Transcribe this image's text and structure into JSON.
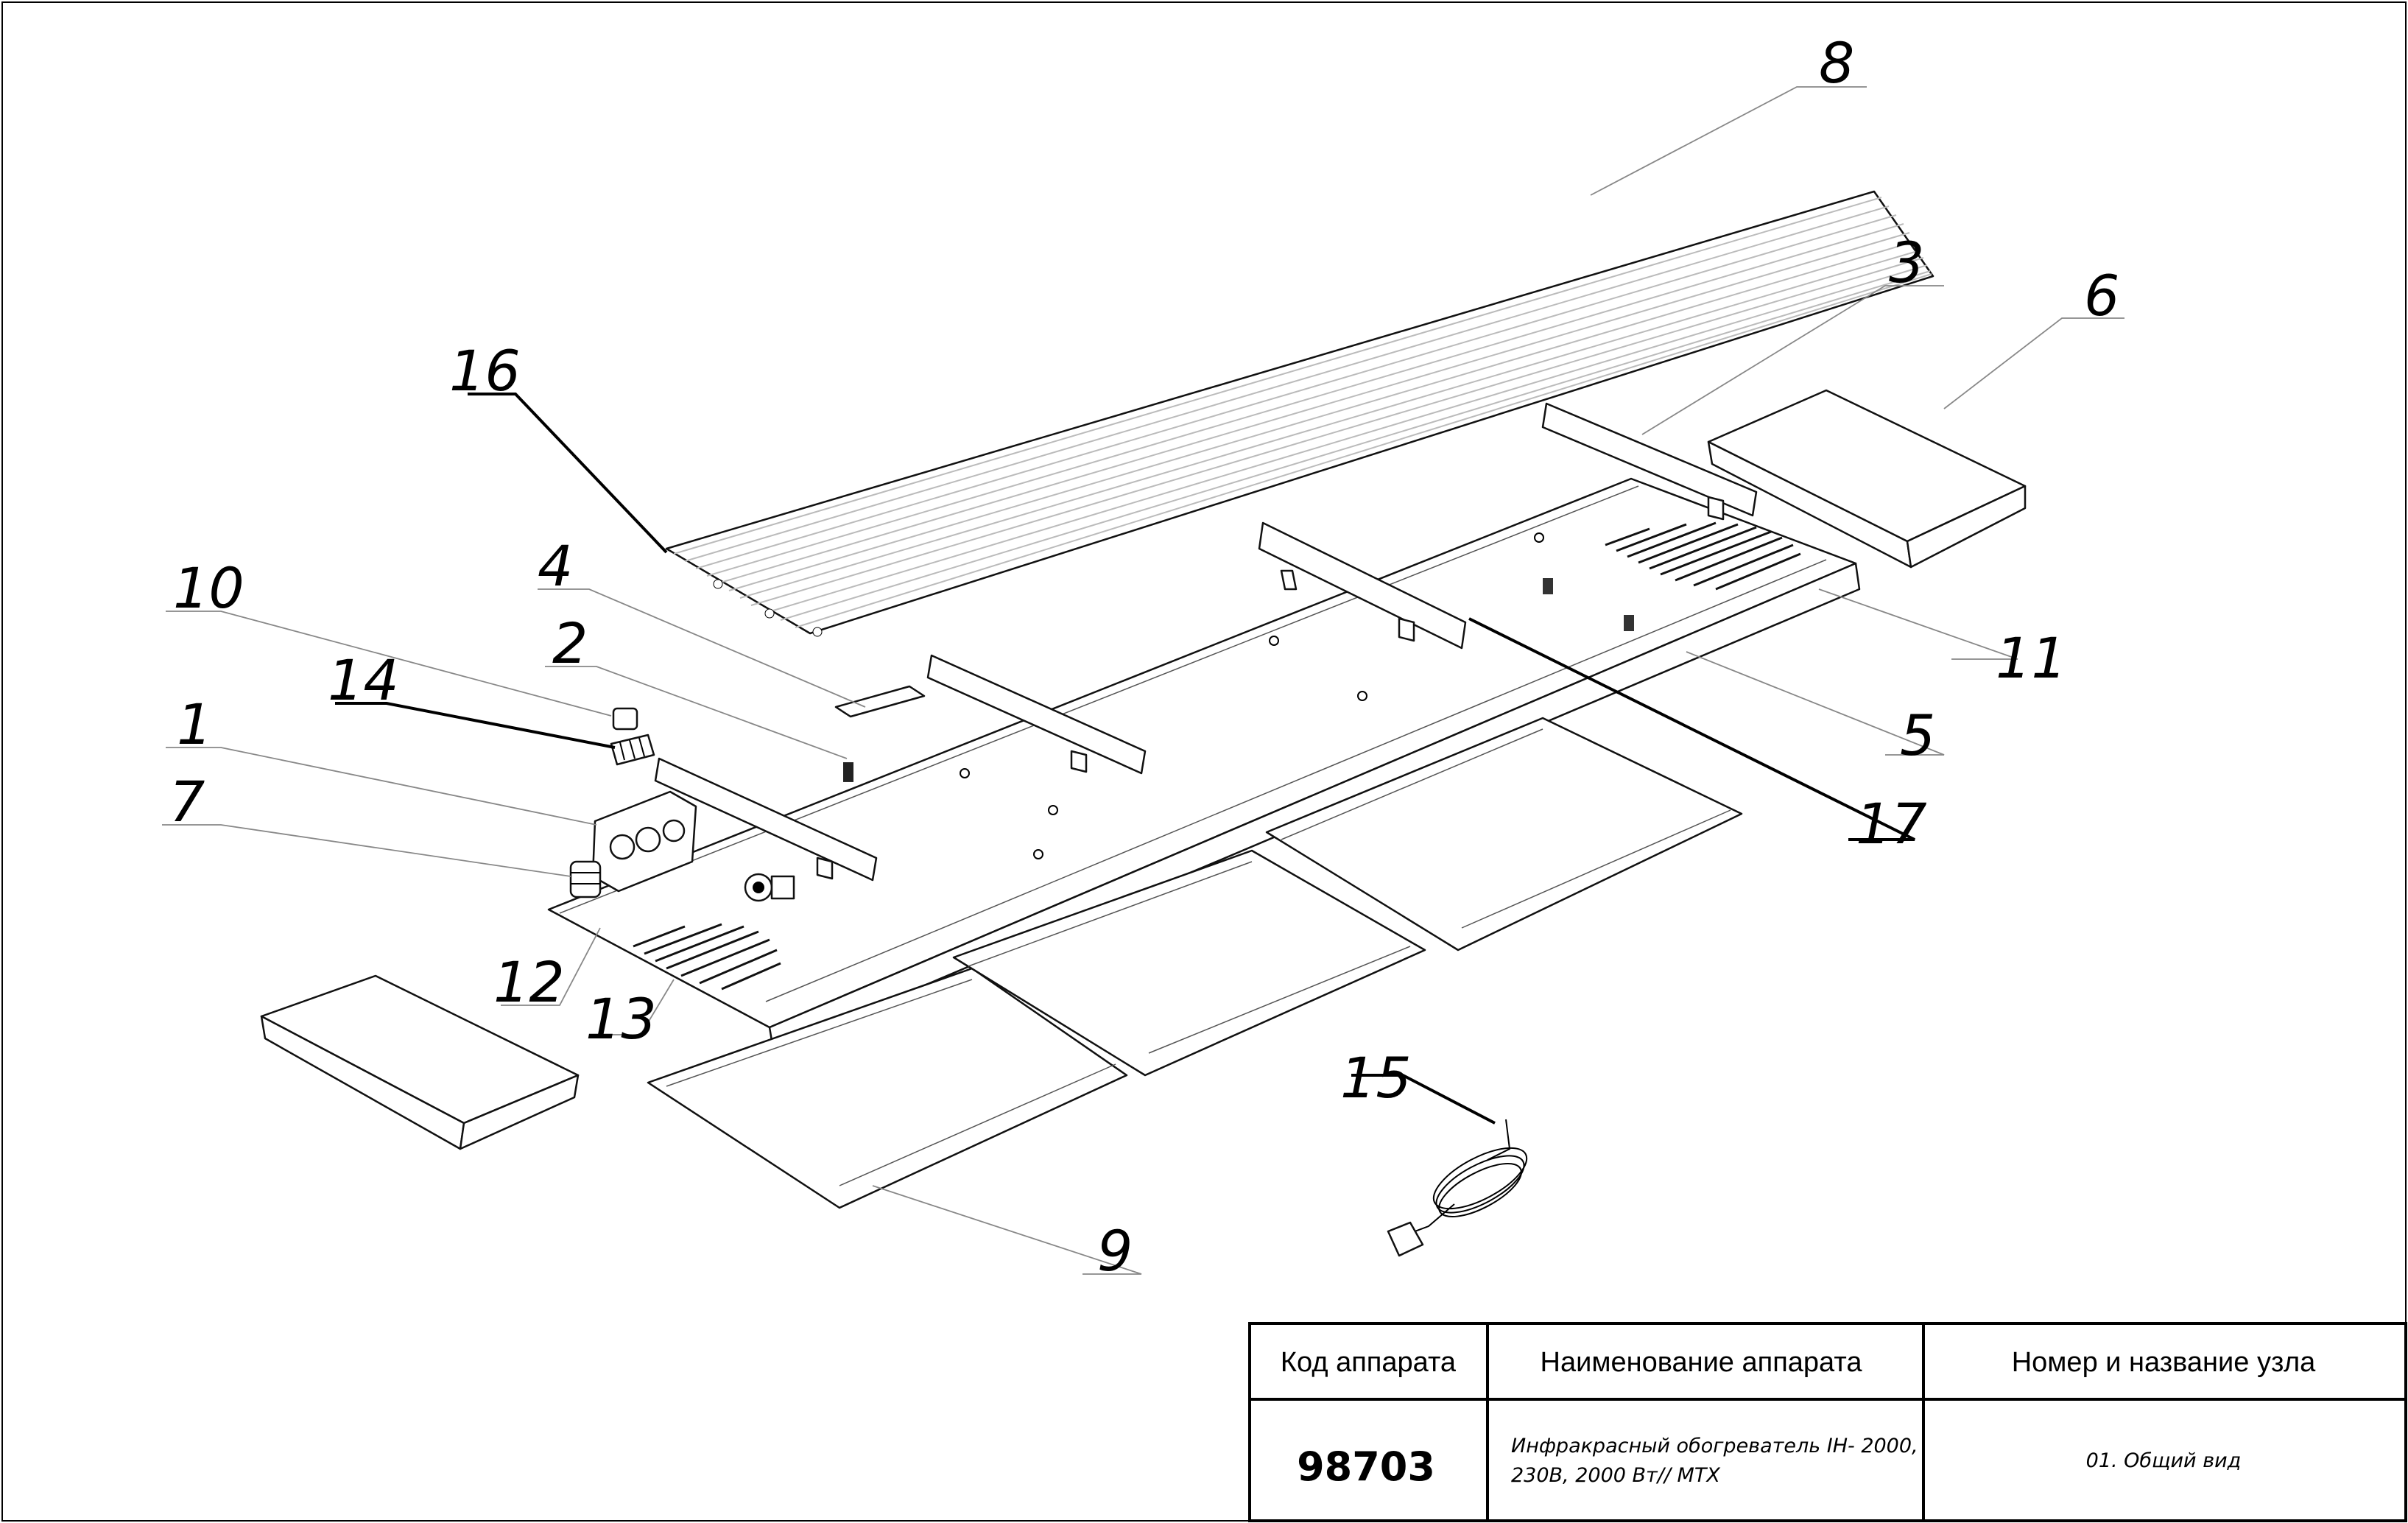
{
  "callouts": {
    "c1": "1",
    "c2": "2",
    "c3": "3",
    "c4": "4",
    "c5": "5",
    "c6": "6",
    "c7": "7",
    "c8": "8",
    "c9": "9",
    "c10": "10",
    "c11": "11",
    "c12": "12",
    "c13": "13",
    "c14": "14",
    "c15": "15",
    "c16": "16",
    "c17": "17"
  },
  "title_block": {
    "col_code_header": "Код аппарата",
    "col_name_header": "Наименование аппарата",
    "col_node_header": "Номер и название узла",
    "code_value": "98703",
    "name_value_line1": "Инфракрасный обогреватель IH- 2000,",
    "name_value_line2": "230В, 2000 Вт// MTX",
    "node_value": "01. Общий вид"
  }
}
